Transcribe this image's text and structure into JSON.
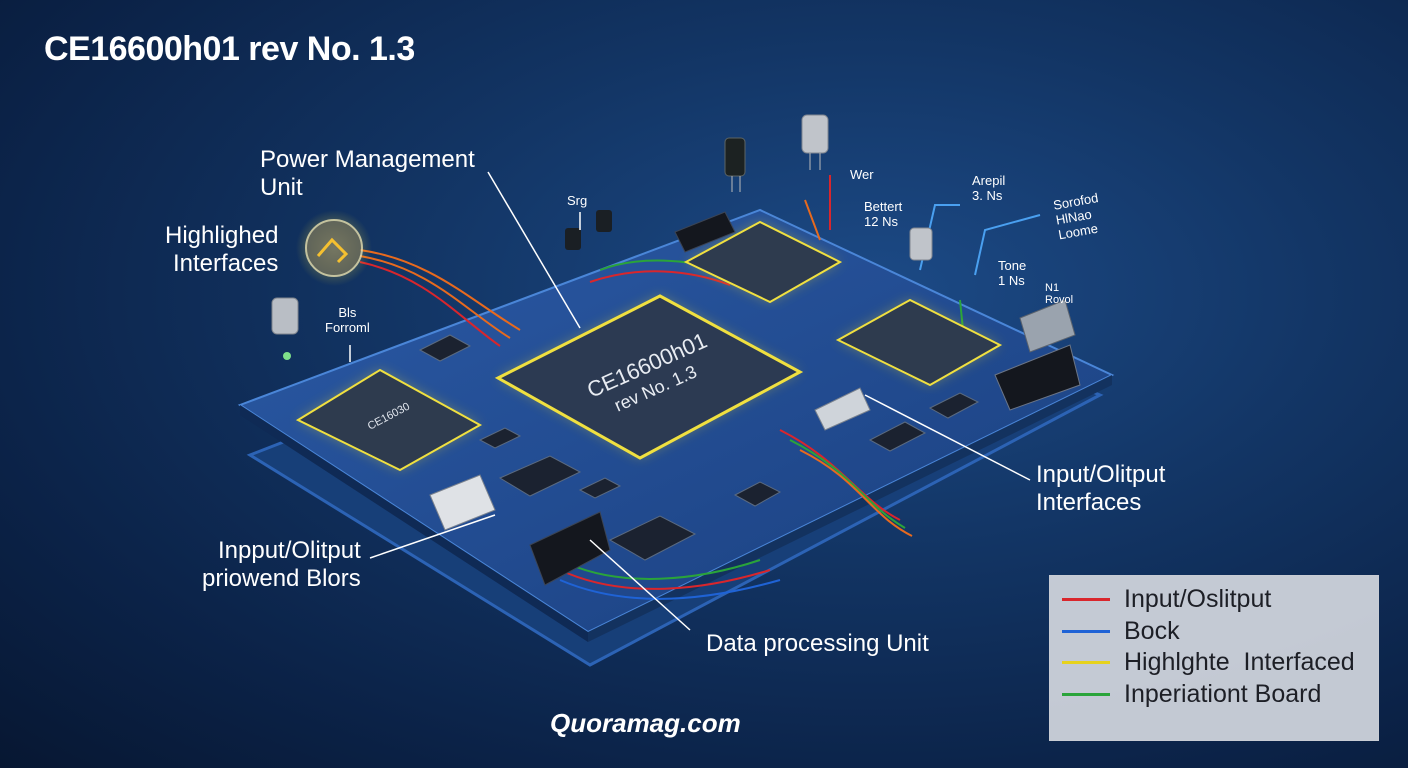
{
  "title": "CE16600h01 rev No. 1.3",
  "chip": {
    "line1": "CE16600h01",
    "line2": "rev No. 1.3"
  },
  "small_chip": "CE16030",
  "callouts": {
    "power_management": [
      "Power Management",
      "Unit"
    ],
    "highlighted_interfaces": [
      "Highlighed",
      "Interfaces"
    ],
    "input_output_interfaces": [
      "Input/Olitput",
      "Interfaces"
    ],
    "input_output_blocks": [
      "Inpput/Olitput",
      "priowend Blors"
    ],
    "data_processing": "Data processing Unit"
  },
  "small_labels": {
    "srg": "Srg",
    "wer": "Wer",
    "bettert": [
      "Bettert",
      "12 Ns"
    ],
    "arepil": [
      "Arepil",
      "3. Ns"
    ],
    "sorofod": [
      "Sorofod",
      "HlNao",
      "Loome"
    ],
    "tone": [
      "Tone",
      "1 Ns"
    ],
    "bls": [
      "Bls",
      "Forroml"
    ],
    "n1": [
      "N1",
      "Rovol"
    ]
  },
  "legend": [
    {
      "label": "Input/Oslitput",
      "color": "#d9262c"
    },
    {
      "label": "Bock",
      "color": "#1f63d6"
    },
    {
      "label": "Highlghte  Interfaced",
      "color": "#e6d21c"
    },
    {
      "label": "Inperiationt Board",
      "color": "#2aa43a"
    }
  ],
  "watermark": "Quoramag.com"
}
